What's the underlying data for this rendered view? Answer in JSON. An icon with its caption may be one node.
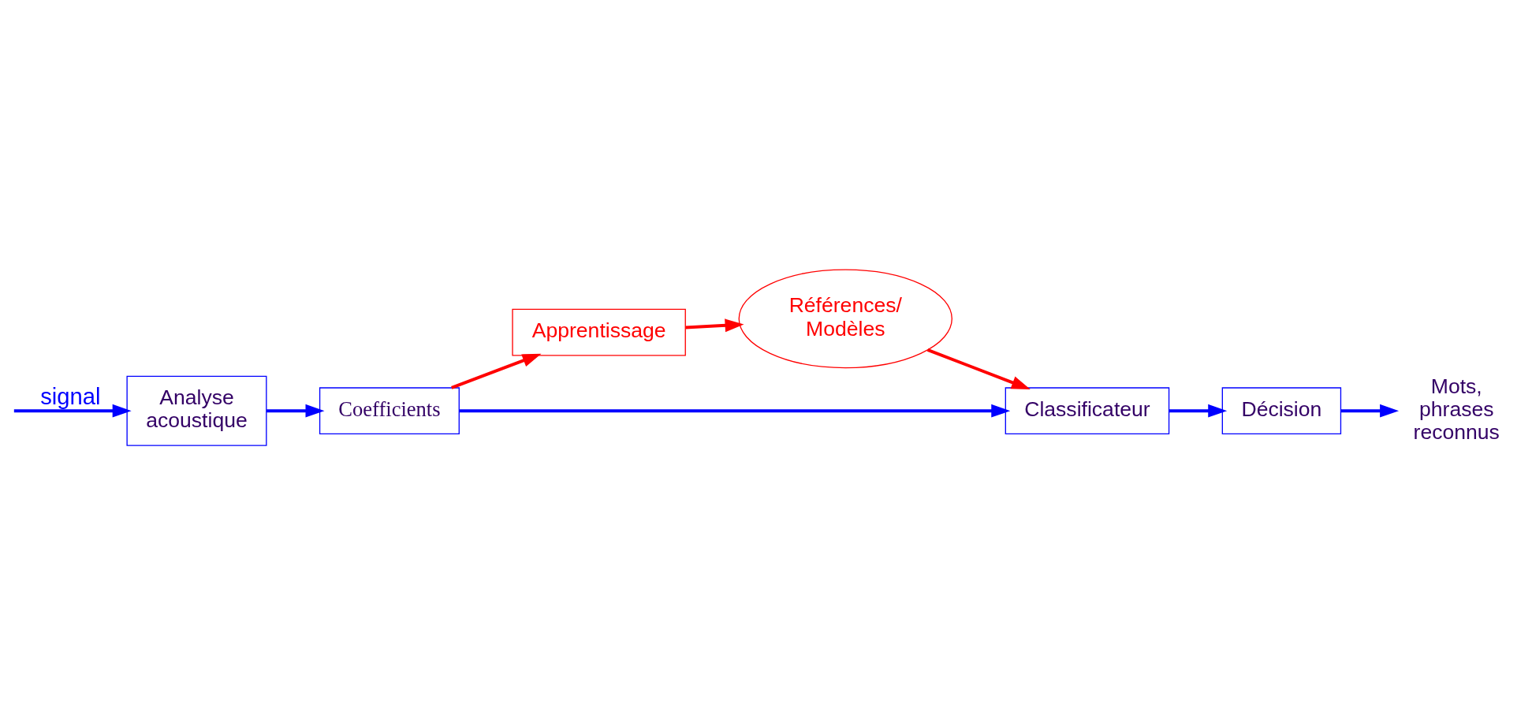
{
  "diagram": {
    "nodes": [
      {
        "text": [
          "Analyse acoustique"
        ]
      },
      {
        "text": [
          "Coefficients"
        ]
      },
      {
        "text": [
          "Apprentissage"
        ]
      },
      {
        "text": [
          "Références/ Modèles"
        ]
      },
      {
        "text": [
          "Classificateur"
        ]
      },
      {
        "text": [
          "Décision"
        ]
      },
      {
        "text": [
          "Mots, phrases reconnus"
        ]
      }
    ],
    "edges": [
      {
        "from": null,
        "to": 0,
        "arrow": "to",
        "label": "signal"
      },
      {
        "from": 0,
        "to": 1,
        "arrow": "to"
      },
      {
        "from": 1,
        "to": 2,
        "arrow": "to",
        "color": "#ff0000"
      },
      {
        "from": 2,
        "to": 3,
        "arrow": "to",
        "color": "#ff0000"
      },
      {
        "from": 3,
        "to": 4,
        "arrow": "to",
        "color": "#ff0000"
      },
      {
        "from": 1,
        "to": 4,
        "arrow": "to"
      },
      {
        "from": 4,
        "to": 5,
        "arrow": "to"
      },
      {
        "from": 5,
        "to": 6,
        "arrow": "to"
      }
    ]
  }
}
